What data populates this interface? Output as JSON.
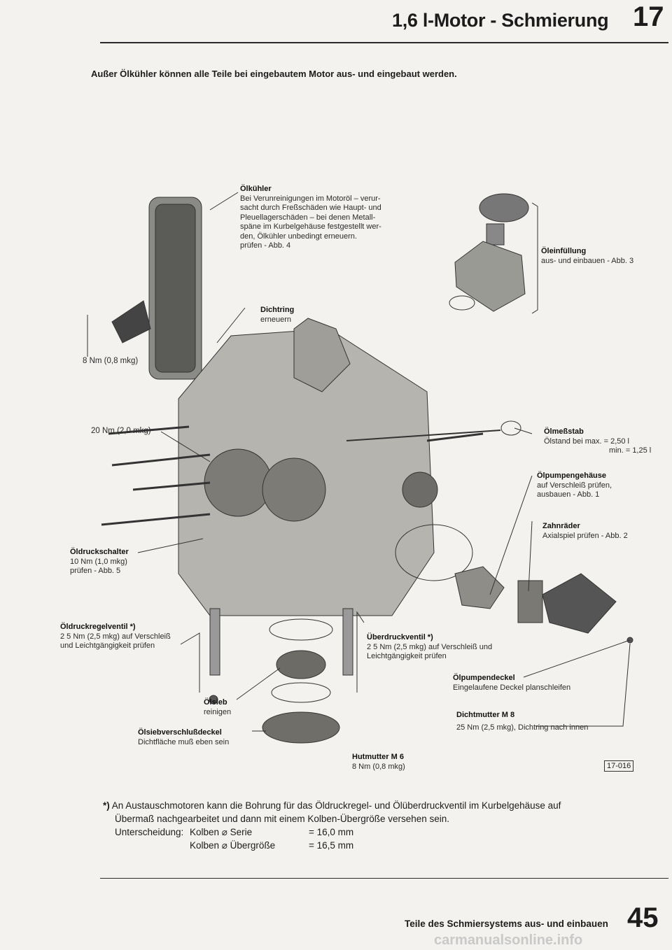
{
  "header": {
    "title": "1,6 l-Motor - Schmierung",
    "chapter": "17"
  },
  "intro": "Außer Ölkühler können alle Teile bei eingebautem Motor aus- und eingebaut werden.",
  "callouts": {
    "oelkuehler": {
      "name": "Ölkühler",
      "lines": [
        "Bei Verunreinigungen im Motoröl – verur-",
        "sacht durch Freßschäden wie Haupt- und",
        "Pleuellagerschäden – bei denen Metall-",
        "späne im Kurbelgehäuse festgestellt wer-",
        "den, Ölkühler unbedingt erneuern.",
        "prüfen - Abb. 4"
      ]
    },
    "oeleinfuellung": {
      "name": "Öleinfüllung",
      "lines": [
        "aus- und einbauen - Abb. 3"
      ]
    },
    "dichtring": {
      "name": "Dichtring",
      "lines": [
        "erneuern"
      ]
    },
    "torque8": "8 Nm (0,8 mkg)",
    "torque20": "20 Nm (2,0 mkg)",
    "oelmessstab": {
      "name": "Ölmeßstab",
      "lines": [
        "Ölstand bei  max. = 2,50 l",
        "min.  = 1,25 l"
      ]
    },
    "oelpumpengehaeuse": {
      "name": "Ölpumpengehäuse",
      "lines": [
        "auf Verschleiß prüfen,",
        "ausbauen - Abb. 1"
      ]
    },
    "zahnraeder": {
      "name": "Zahnräder",
      "lines": [
        "Axialspiel prüfen - Abb. 2"
      ]
    },
    "oeldruckschalter": {
      "name": "Öldruckschalter",
      "lines": [
        "10 Nm (1,0 mkg)",
        "prüfen - Abb. 5"
      ]
    },
    "oeldruckregelventil": {
      "name": "Öldruckregelventil *)",
      "lines": [
        "2 5 Nm (2,5 mkg) auf Verschleiß",
        "und  Leichtgängigkeit prüfen"
      ]
    },
    "ueberdruckventil": {
      "name": "Überdruckventil *)",
      "lines": [
        "2 5 Nm (2,5 mkg) auf Verschleiß und",
        "Leichtgängigkeit prüfen"
      ]
    },
    "oelpumpendeckel": {
      "name": "Ölpumpendeckel",
      "lines": [
        "Eingelaufene Deckel planschleifen"
      ]
    },
    "oelsieb": {
      "name": "Ölsieb",
      "lines": [
        "reinigen"
      ]
    },
    "dichtmutter": {
      "name": "Dichtmutter M 8",
      "lines": [
        "25 Nm (2,5 mkg), Dichtring nach innen"
      ]
    },
    "oelsiebdeckel": {
      "name": "Ölsiebverschlußdeckel",
      "lines": [
        "Dichtfläche muß eben sein"
      ]
    },
    "hutmutter": {
      "name": "Hutmutter M 6",
      "lines": [
        "8 Nm (0,8 mkg)"
      ]
    }
  },
  "figure_code": "17-016",
  "footnote": {
    "marker": "*)",
    "line1": "An Austauschmotoren kann die Bohrung für das Öldruckregel- und Ölüberdruckventil im Kurbelgehäuse auf",
    "line2": "Übermaß nachgearbeitet und dann mit einem Kolben-Übergröße versehen sein.",
    "label": "Unterscheidung:",
    "row1_name": "Kolben ⌀ Serie",
    "row1_value": "= 16,0 mm",
    "row2_name": "Kolben ⌀ Übergröße",
    "row2_value": "= 16,5 mm"
  },
  "footer": {
    "text": "Teile des Schmiersystems aus- und einbauen",
    "page": "45"
  },
  "watermark": "carmanualsonline.info"
}
